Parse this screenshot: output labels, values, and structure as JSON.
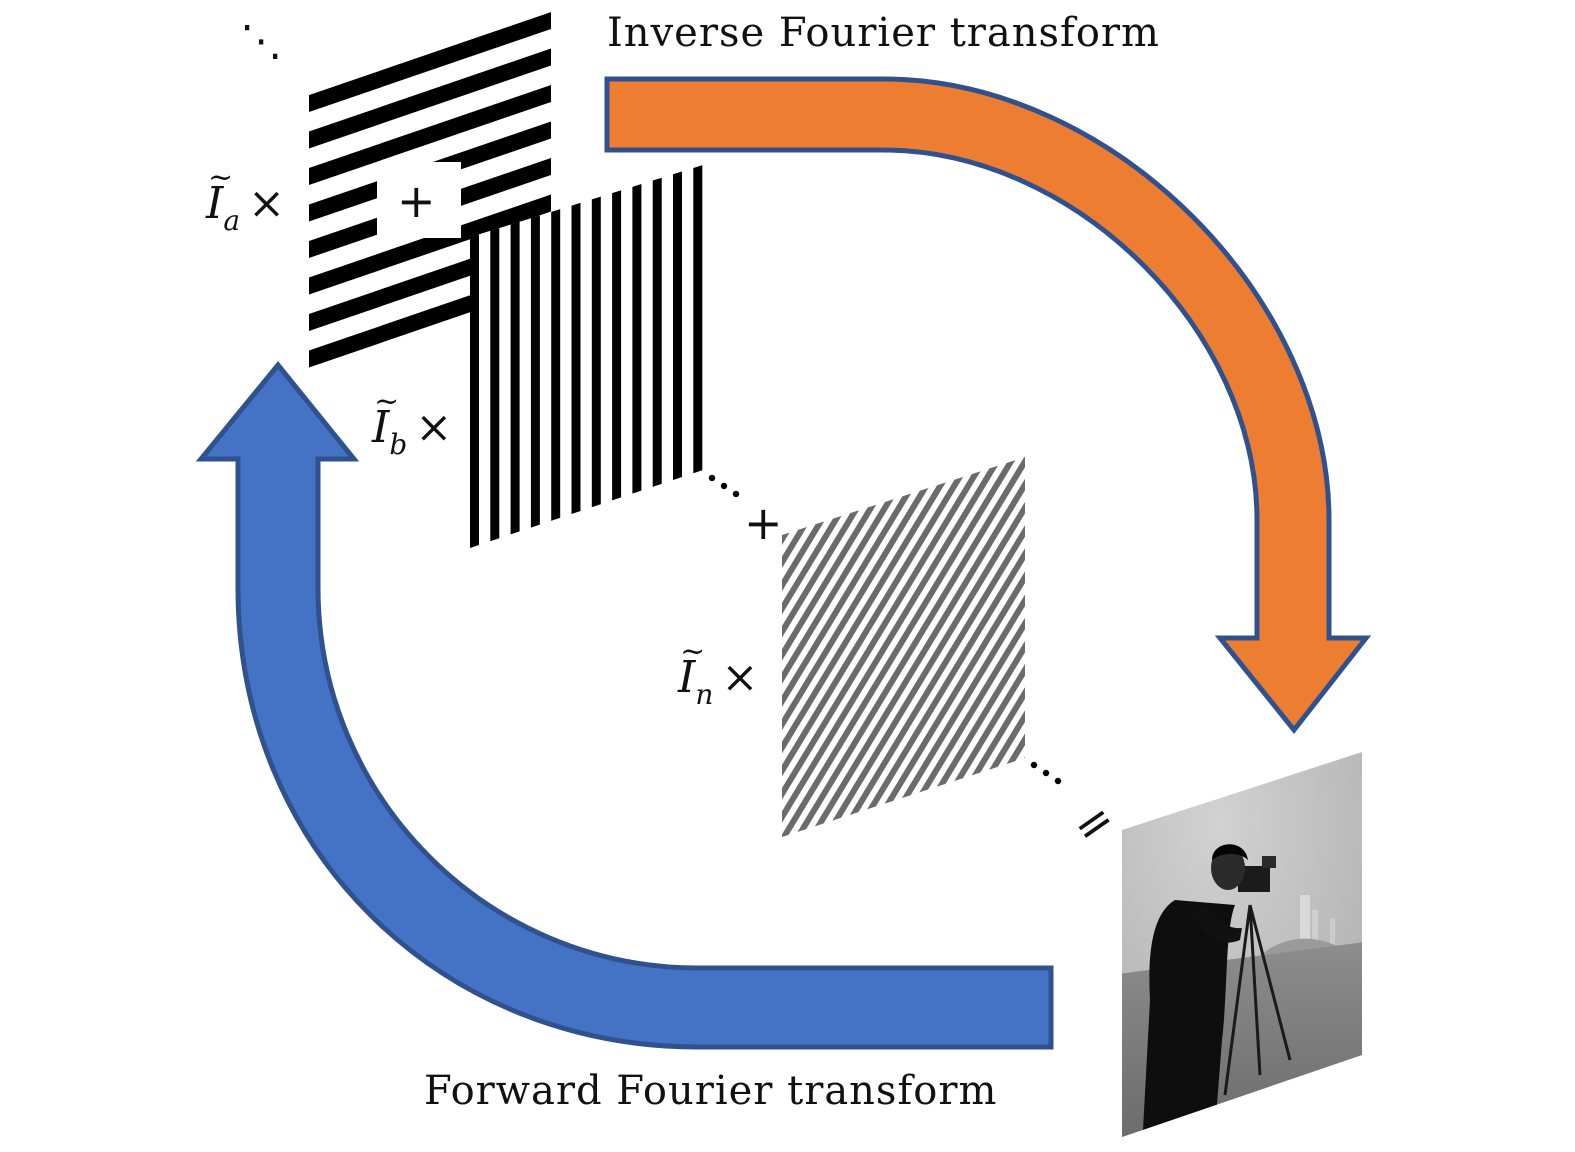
{
  "arrows": {
    "inverse": {
      "label": "Inverse Fourier transform",
      "color": "#ED7D31",
      "outline": "#2F528F"
    },
    "forward": {
      "label": "Forward Fourier transform",
      "color": "#4472C4",
      "outline": "#2F528F"
    }
  },
  "terms": {
    "a": {
      "symbol": "I",
      "subscript": "a",
      "operator": "×"
    },
    "b": {
      "symbol": "I",
      "subscript": "b",
      "operator": "×"
    },
    "n": {
      "symbol": "I",
      "subscript": "n",
      "operator": "×"
    }
  },
  "operators": {
    "plus_1": "+",
    "plus_2": "+",
    "equals": "=",
    "ellipsis_top": "⋱"
  },
  "patterns": {
    "a": {
      "stripe_color": "#000000",
      "orientation": "horizontal"
    },
    "b": {
      "stripe_color": "#000000",
      "orientation": "vertical"
    },
    "n": {
      "stripe_color": "#6b6b6b",
      "orientation": "diagonal"
    }
  },
  "output_image": {
    "icon": "cameraman-photo-icon"
  }
}
